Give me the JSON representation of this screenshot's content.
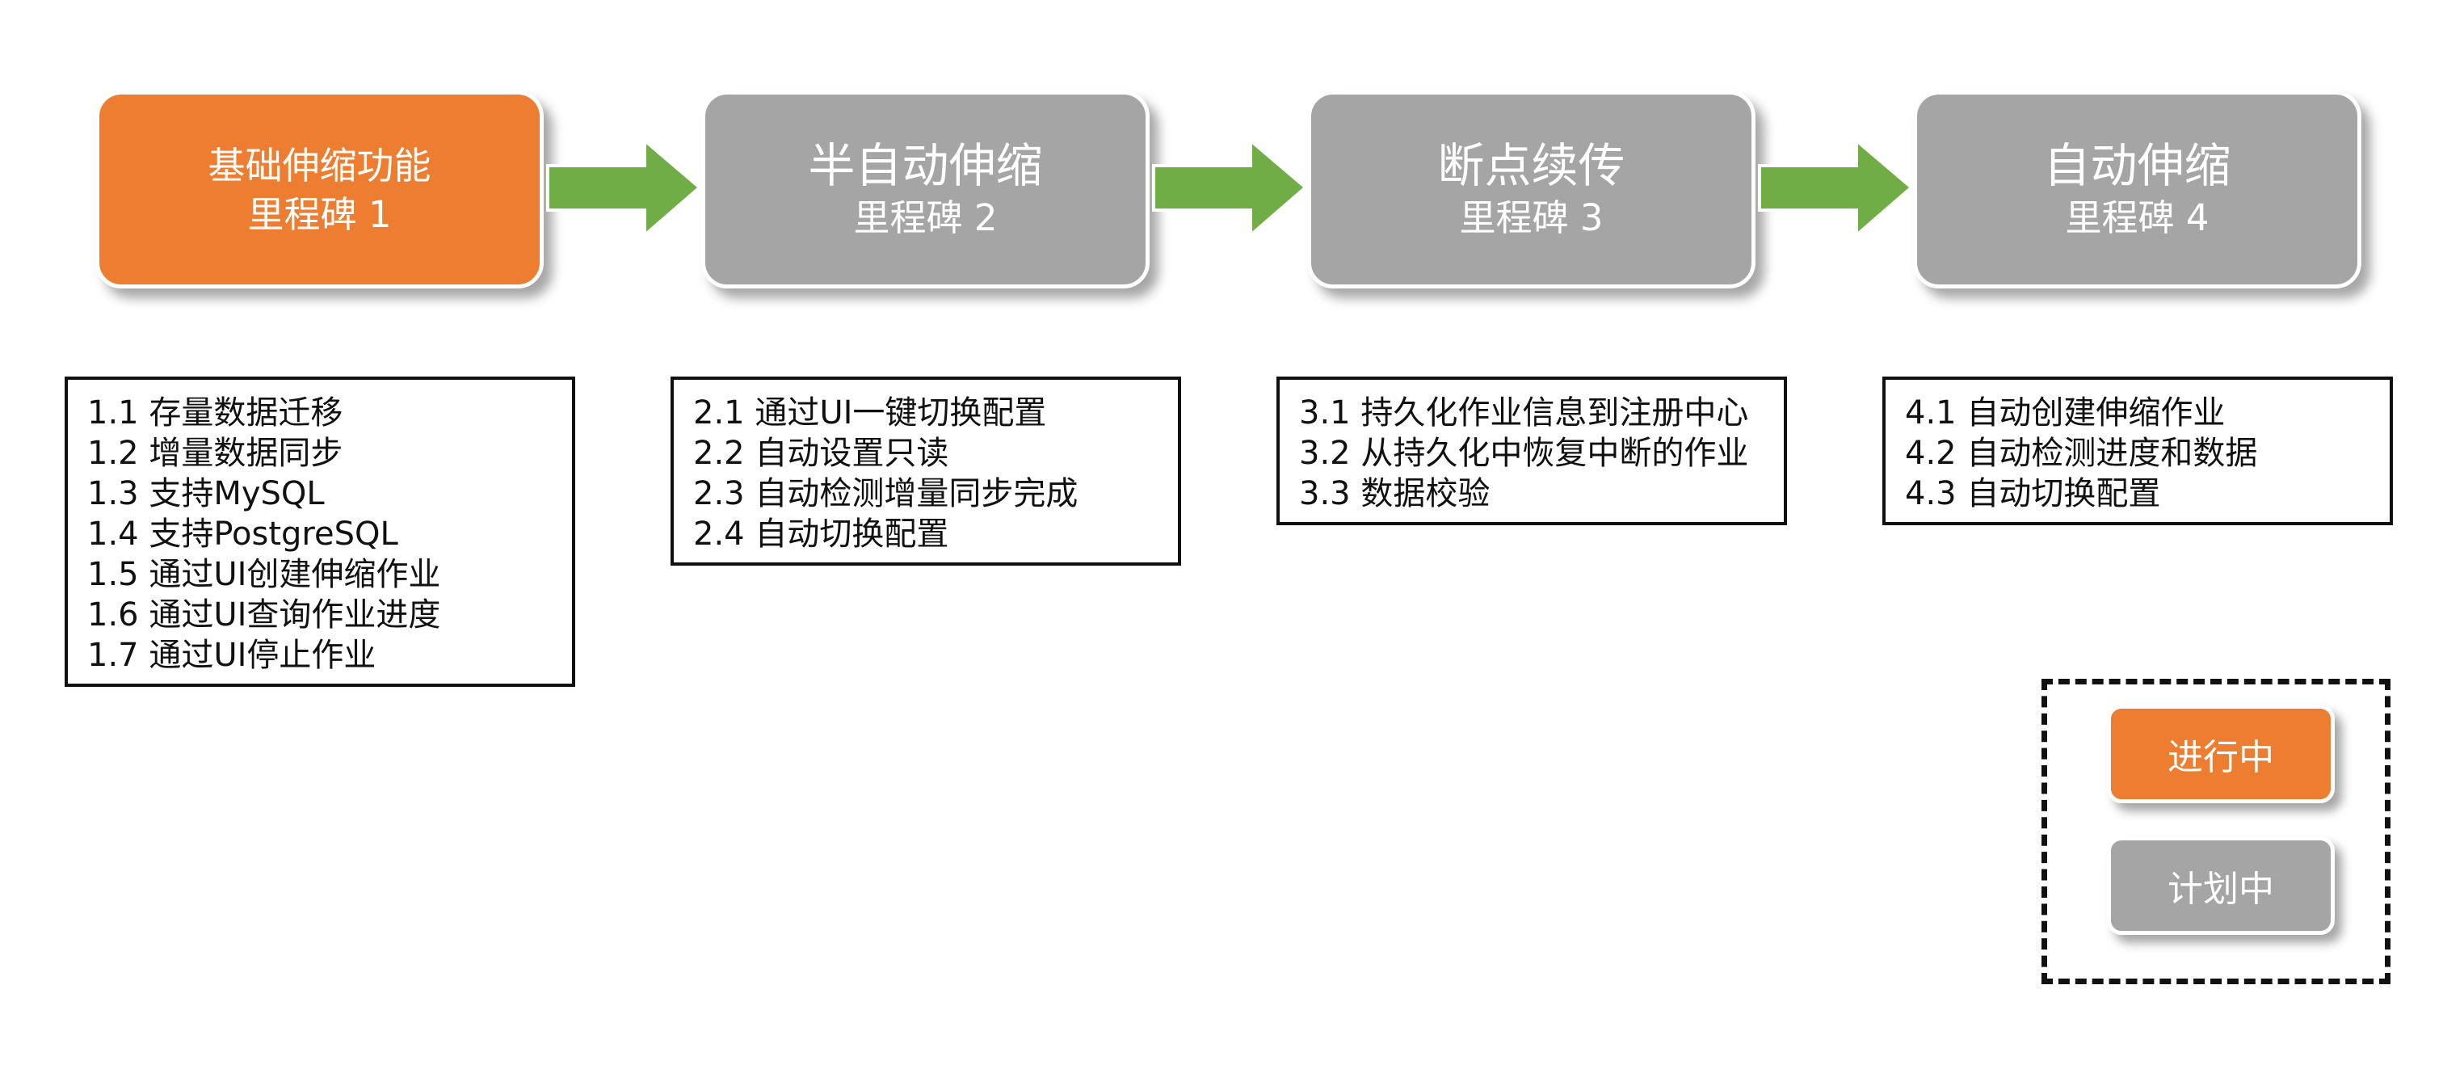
{
  "colors": {
    "in_progress": "#ED7D31",
    "planned": "#A5A5A5",
    "arrow": "#70AD47",
    "border": "#111111"
  },
  "milestones": [
    {
      "title": "基础伸缩功能",
      "subtitle": "里程碑 1",
      "status": "in_progress"
    },
    {
      "title": "半自动伸缩",
      "subtitle": "里程碑 2",
      "status": "planned"
    },
    {
      "title": "断点续传",
      "subtitle": "里程碑 3",
      "status": "planned"
    },
    {
      "title": "自动伸缩",
      "subtitle": "里程碑 4",
      "status": "planned"
    }
  ],
  "tasks": [
    {
      "items": [
        "1.1 存量数据迁移",
        "1.2 增量数据同步",
        "1.3 支持MySQL",
        "1.4 支持PostgreSQL",
        "1.5 通过UI创建伸缩作业",
        "1.6 通过UI查询作业进度",
        "1.7 通过UI停止作业"
      ]
    },
    {
      "items": [
        "2.1 通过UI一键切换配置",
        "2.2 自动设置只读",
        "2.3 自动检测增量同步完成",
        "2.4 自动切换配置"
      ]
    },
    {
      "items": [
        "3.1 持久化作业信息到注册中心",
        "3.2 从持久化中恢复中断的作业",
        "3.3 数据校验"
      ]
    },
    {
      "items": [
        "4.1 自动创建伸缩作业",
        "4.2 自动检测进度和数据",
        "4.3 自动切换配置"
      ]
    }
  ],
  "legend": {
    "in_progress": "进行中",
    "planned": "计划中"
  }
}
